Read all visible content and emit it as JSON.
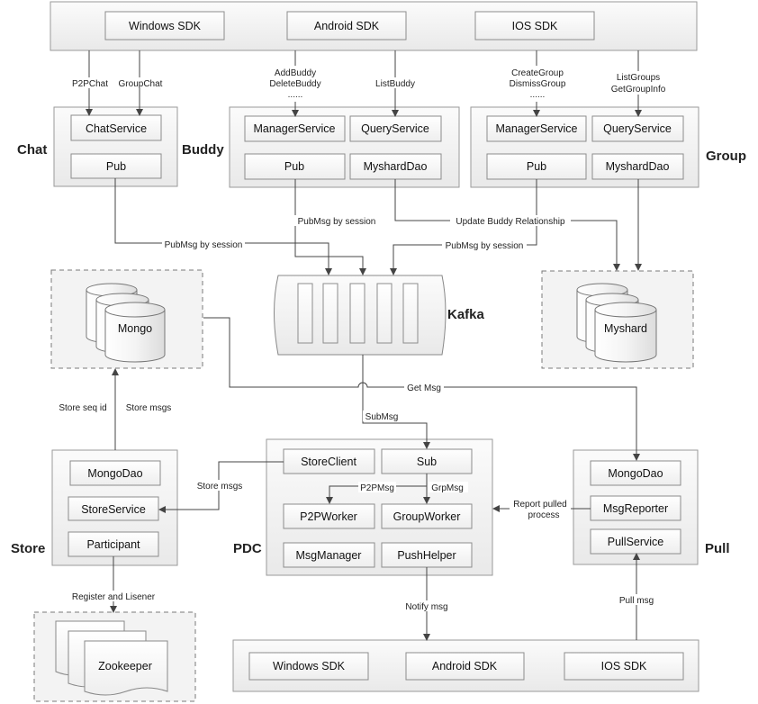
{
  "groups": {
    "chat": "Chat",
    "buddy": "Buddy",
    "group": "Group",
    "kafka": "Kafka",
    "store": "Store",
    "pdc": "PDC",
    "pull": "Pull"
  },
  "top_sdk": [
    "Windows SDK",
    "Android SDK",
    "IOS SDK"
  ],
  "bottom_sdk": [
    "Windows SDK",
    "Android SDK",
    "IOS SDK"
  ],
  "chat_service": {
    "items": [
      "ChatService",
      "Pub"
    ]
  },
  "buddy_service": {
    "items": [
      "ManagerService",
      "QueryService",
      "Pub",
      "MyshardDao"
    ]
  },
  "group_service": {
    "items": [
      "ManagerService",
      "QueryService",
      "Pub",
      "MyshardDao"
    ]
  },
  "stores": {
    "mongo": "Mongo",
    "myshard": "Myshard",
    "zookeeper": "Zookeeper"
  },
  "store_module": {
    "items": [
      "MongoDao",
      "StoreService",
      "Participant"
    ]
  },
  "pdc_module": {
    "items": [
      "StoreClient",
      "Sub",
      "P2PWorker",
      "GroupWorker",
      "MsgManager",
      "PushHelper"
    ]
  },
  "pull_module": {
    "items": [
      "MongoDao",
      "MsgReporter",
      "PullService"
    ]
  },
  "edge_labels": {
    "p2pchat": "P2PChat",
    "groupchat": "GroupChat",
    "addbuddy": "AddBuddy",
    "deletebuddy": "DeleteBuddy",
    "buddy_more": "......",
    "listbuddy": "ListBuddy",
    "creategroup": "CreateGroup",
    "dismissgroup": "DismissGroup",
    "group_more": "......",
    "listgroups": "ListGroups",
    "getgroupinfo": "GetGroupInfo",
    "pubmsg_chat": "PubMsg by session",
    "pubmsg_buddy": "PubMsg by session",
    "pubmsg_group": "PubMsg by session",
    "update_buddy": "Update Buddy Relationship",
    "get_msg": "Get Msg",
    "submsg": "SubMsg",
    "store_seq": "Store seq id",
    "store_msgs_up": "Store msgs",
    "store_msgs": "Store msgs",
    "p2pmsg": "P2PMsg",
    "grpmsg": "GrpMsg",
    "report_pulled_1": "Report pulled",
    "report_pulled_2": "process",
    "register": "Register and Lisener",
    "notify": "Notify msg",
    "pull_msg": "Pull msg"
  }
}
